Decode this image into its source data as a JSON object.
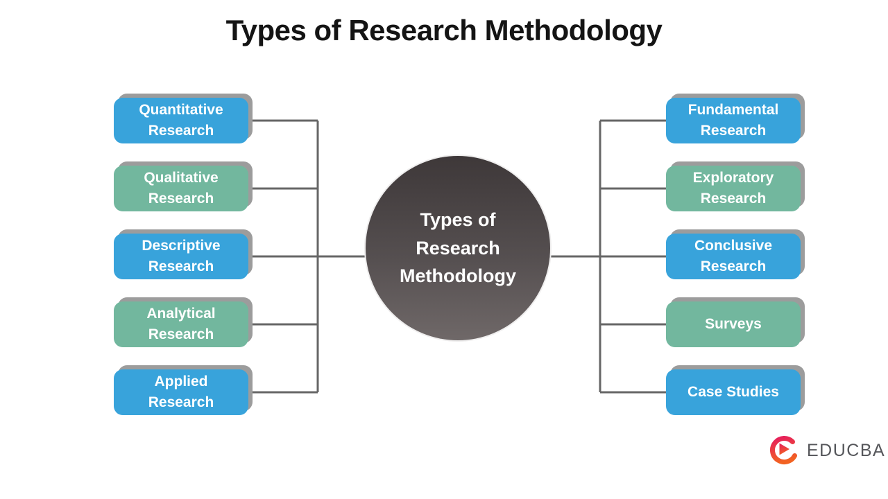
{
  "title": "Types of Research Methodology",
  "center": {
    "label": "Types of Research Methodology"
  },
  "left_items": [
    {
      "label": "Quantitative Research",
      "color": "blue"
    },
    {
      "label": "Qualitative Research",
      "color": "green"
    },
    {
      "label": "Descriptive Research",
      "color": "blue"
    },
    {
      "label": "Analytical Research",
      "color": "green"
    },
    {
      "label": "Applied Research",
      "color": "blue"
    }
  ],
  "right_items": [
    {
      "label": "Fundamental Research",
      "color": "blue"
    },
    {
      "label": "Exploratory Research",
      "color": "green"
    },
    {
      "label": "Conclusive Research",
      "color": "blue"
    },
    {
      "label": "Surveys",
      "color": "green"
    },
    {
      "label": "Case Studies",
      "color": "blue"
    }
  ],
  "logo": {
    "text": "EDUCBA",
    "icon": "educba-swirl-play-icon"
  },
  "colors": {
    "box_blue": "#38A3DB",
    "box_green": "#72B79E",
    "box_shadow": "#9C9C9C",
    "connector": "#666666",
    "circle_top": "#3E3839",
    "circle_bottom": "#6F6868",
    "title_text": "#141414",
    "node_text": "#FFFFFF",
    "logo_red": "#E6215A",
    "logo_orange": "#F26222",
    "logo_text": "#55565A"
  }
}
